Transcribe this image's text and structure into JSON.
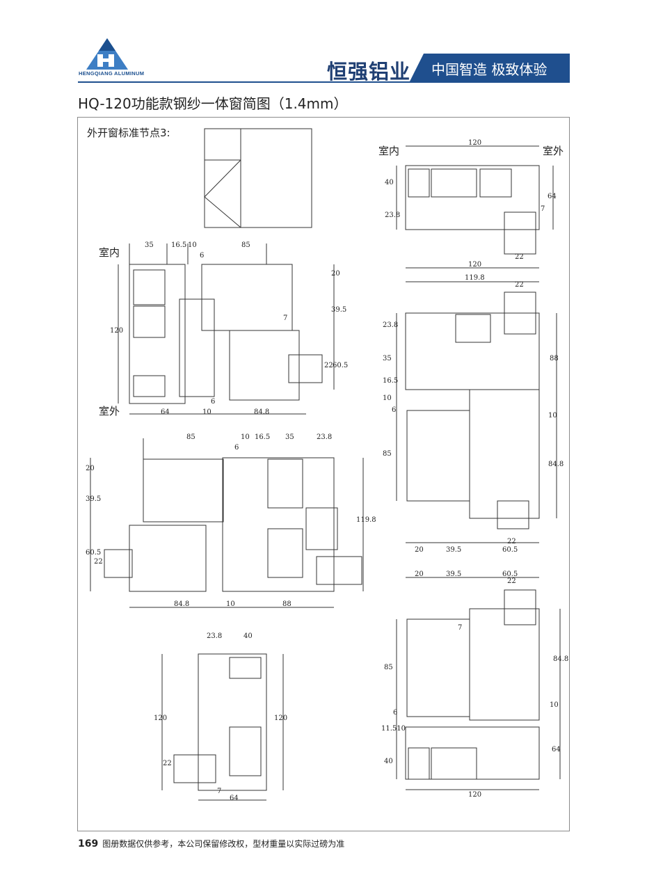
{
  "header": {
    "logo_text": "HENGQIANG ALUMINUM",
    "brand_name": "恒强铝业",
    "slogan": "中国智造 极致体验",
    "brand_color": "#1f4f8e"
  },
  "title": "HQ-120功能款钢纱一体窗简图（1.4mm）",
  "subtitle": "外开窗标准节点3:",
  "labels": {
    "indoor": "室内",
    "outdoor": "室外"
  },
  "dimensions": {
    "d1": [
      "35",
      "16.5",
      "10",
      "85",
      "6",
      "20",
      "39.5",
      "120",
      "7",
      "22",
      "60.5",
      "64",
      "10",
      "84.8",
      "6"
    ],
    "d2": [
      "85",
      "10",
      "16.5",
      "35",
      "23.8",
      "6",
      "20",
      "39.5",
      "119.8",
      "60.5",
      "22",
      "84.8",
      "10",
      "88"
    ],
    "d3": [
      "23.8",
      "40",
      "120",
      "22",
      "7",
      "64"
    ],
    "d4": [
      "120",
      "40",
      "23.8",
      "64",
      "7",
      "22"
    ],
    "d5": [
      "119.8",
      "22",
      "23.8",
      "35",
      "10",
      "16.5",
      "6",
      "10",
      "85",
      "84.8",
      "88",
      "20",
      "39.5",
      "60.5"
    ],
    "d6": [
      "20",
      "39.5",
      "60.5",
      "22",
      "7",
      "85",
      "84.8",
      "6",
      "10",
      "11.510",
      "40",
      "64",
      "120"
    ]
  },
  "footer": {
    "page_number": "169",
    "note": "图册数据仅供参考，本公司保留修改权，型材重量以实际过磅为准"
  }
}
